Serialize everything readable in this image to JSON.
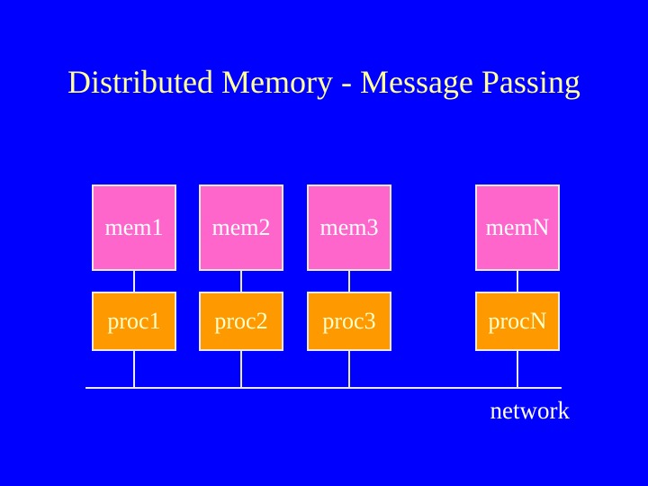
{
  "slide": {
    "title": "Distributed Memory - Message Passing",
    "network_label": "network",
    "columns": [
      {
        "mem": "mem1",
        "proc": "proc1"
      },
      {
        "mem": "mem2",
        "proc": "proc2"
      },
      {
        "mem": "mem3",
        "proc": "proc3"
      },
      {
        "mem": "memN",
        "proc": "procN"
      }
    ],
    "colors": {
      "background": "#0000FF",
      "title_text": "#FFFF99",
      "mem_fill": "#FF66CC",
      "mem_text": "#FFFFFF",
      "proc_fill": "#FF9900",
      "proc_text": "#FFFFCC",
      "box_border": "#E8E8E8",
      "connector_line": "#E8E8E8",
      "network_text": "#FFFFFF"
    }
  }
}
